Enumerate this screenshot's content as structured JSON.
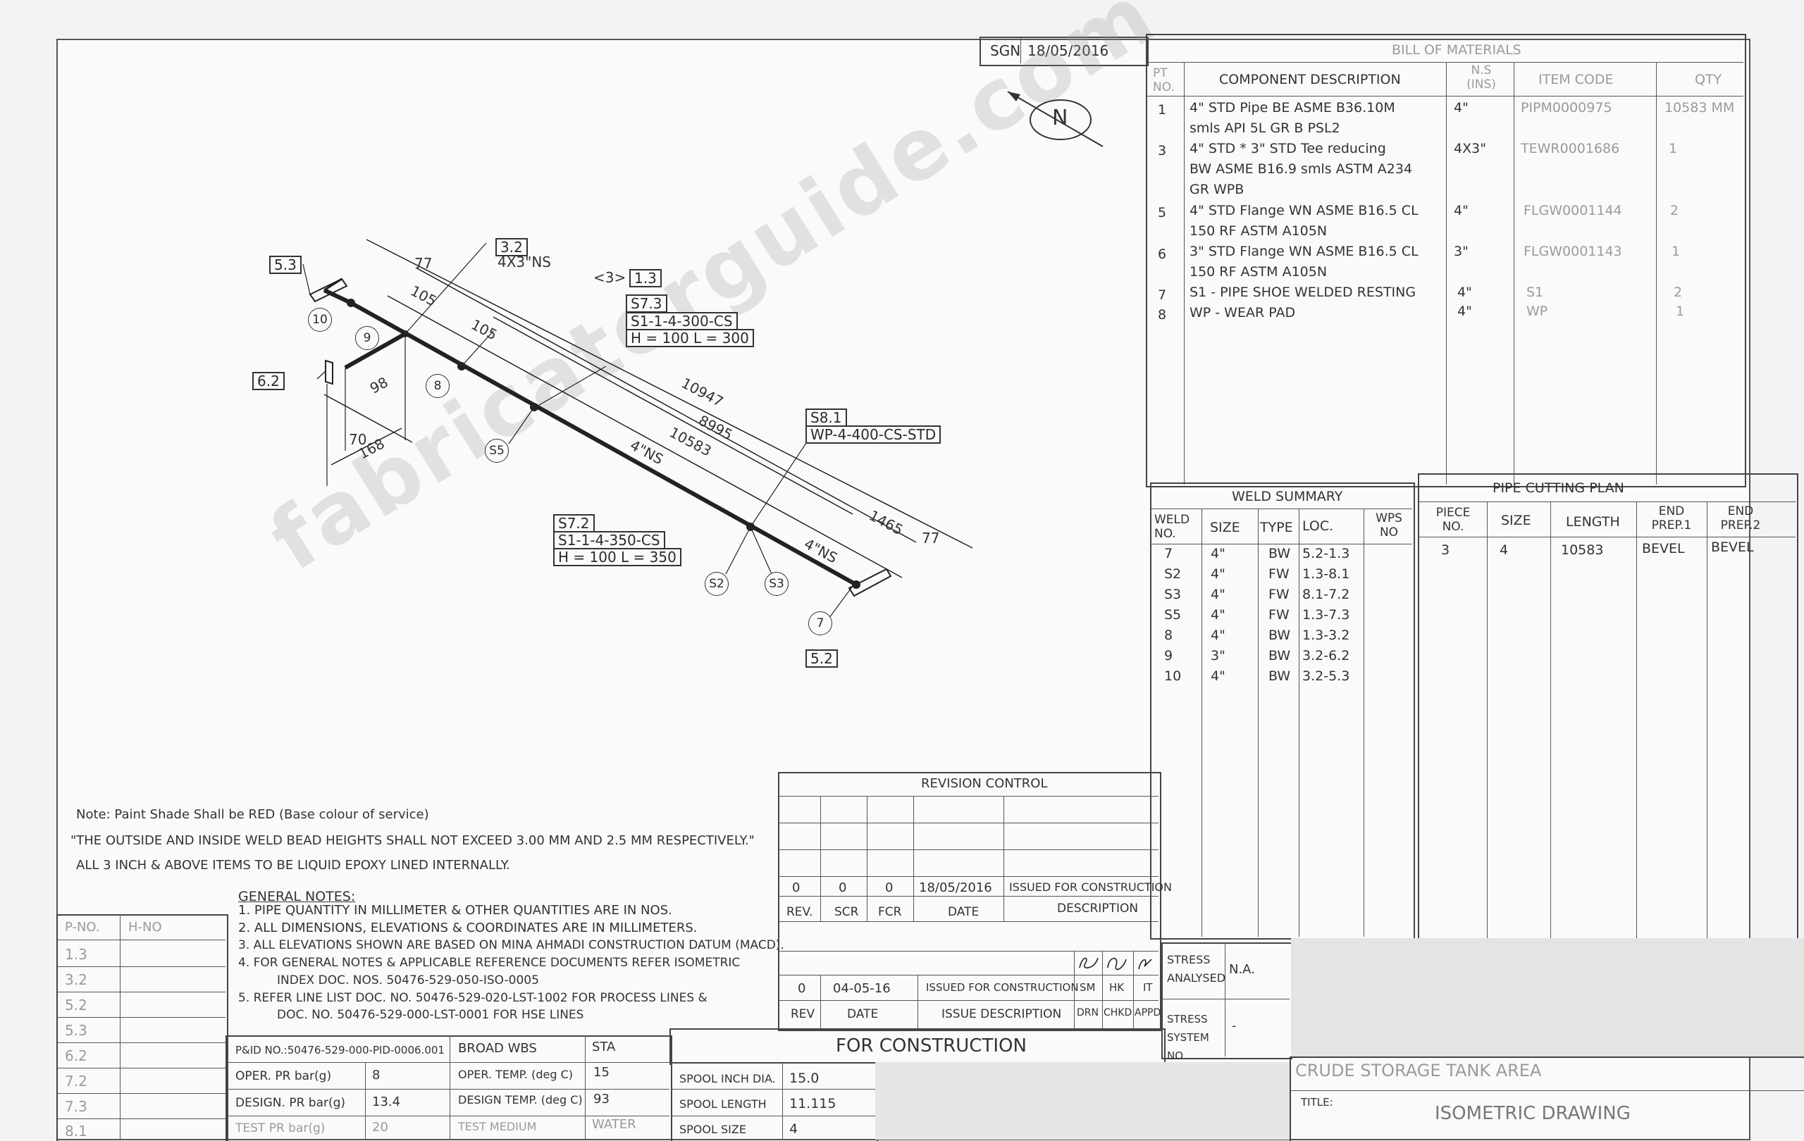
{
  "header": {
    "sgn_label": "SGN",
    "sgn_date": "18/05/2016"
  },
  "north": "N",
  "watermark": "fabricatorguide.com",
  "bom": {
    "title": "BILL OF MATERIALS",
    "col_pt": "PT NO.",
    "col_desc": "COMPONENT DESCRIPTION",
    "col_ns": "N.S (INS)",
    "col_code": "ITEM CODE",
    "col_qty": "QTY",
    "rows": [
      {
        "pt": "1",
        "desc": [
          "4\" STD Pipe BE ASME B36.10M",
          "smls API 5L GR B PSL2"
        ],
        "ns": "4\"",
        "code": "PIPM0000975",
        "qty": "10583 MM"
      },
      {
        "pt": "3",
        "desc": [
          "4\" STD * 3\" STD Tee reducing",
          "BW ASME B16.9 smls ASTM A234",
          "GR WPB"
        ],
        "ns": "4X3\"",
        "code": "TEWR0001686",
        "qty": "1"
      },
      {
        "pt": "5",
        "desc": [
          "4\" STD Flange WN ASME B16.5 CL",
          "150 RF ASTM A105N"
        ],
        "ns": "4\"",
        "code": "FLGW0001144",
        "qty": "2"
      },
      {
        "pt": "6",
        "desc": [
          "3\" STD Flange WN ASME B16.5 CL",
          "150 RF ASTM A105N"
        ],
        "ns": "3\"",
        "code": "FLGW0001143",
        "qty": "1"
      },
      {
        "pt": "7",
        "desc": [
          "S1 - PIPE SHOE WELDED RESTING"
        ],
        "ns": "4\"",
        "code": "S1",
        "qty": "2"
      },
      {
        "pt": "8",
        "desc": [
          "WP - WEAR PAD"
        ],
        "ns": "4\"",
        "code": "WP",
        "qty": "1"
      }
    ]
  },
  "weld": {
    "title": "WELD SUMMARY",
    "headers": [
      "WELD NO.",
      "SIZE",
      "TYPE",
      "LOC.",
      "WPS NO"
    ],
    "rows": [
      [
        "7",
        "4\"",
        "BW",
        "5.2-1.3"
      ],
      [
        "S2",
        "4\"",
        "FW",
        "1.3-8.1"
      ],
      [
        "S3",
        "4\"",
        "FW",
        "8.1-7.2"
      ],
      [
        "S5",
        "4\"",
        "FW",
        "1.3-7.3"
      ],
      [
        "8",
        "4\"",
        "BW",
        "1.3-3.2"
      ],
      [
        "9",
        "3\"",
        "BW",
        "3.2-6.2"
      ],
      [
        "10",
        "4\"",
        "BW",
        "3.2-5.3"
      ]
    ]
  },
  "cutting": {
    "title": "PIPE CUTTING PLAN",
    "headers": [
      "PIECE NO.",
      "SIZE",
      "LENGTH",
      "END PREP.1",
      "END PREP.2"
    ],
    "rows": [
      [
        "3",
        "4",
        "10583",
        "BEVEL",
        "BEVEL"
      ]
    ]
  },
  "drawing": {
    "labels": {
      "l53": "5.3",
      "l32": "3.2",
      "l32b": "4X3\"NS",
      "l13": "1.3",
      "l13pre": "<3>",
      "l73": "S7.3",
      "l73a": "S1-1-4-300-CS",
      "l73b": "H = 100 L = 300",
      "l62": "6.2",
      "l81": "S8.1",
      "l81a": "WP-4-400-CS-STD",
      "l72": "S7.2",
      "l72a": "S1-1-4-350-CS",
      "l72b": "H = 100 L = 350",
      "l52": "5.2"
    },
    "circles": [
      "10",
      "9",
      "8",
      "S5",
      "S2",
      "S3",
      "7"
    ],
    "dims": {
      "d77a": "77",
      "d105a": "105",
      "d105b": "105",
      "d98": "98",
      "d70": "70",
      "d168": "168",
      "d10947": "10947",
      "d8995": "8995",
      "d10583": "10583",
      "dns": "4\"NS",
      "d1465": "1465",
      "d77b": "77",
      "dns2": "4\"NS"
    }
  },
  "notes": {
    "paint": "Note: Paint Shade Shall be RED (Base colour of service)",
    "weld1": "\"THE OUTSIDE AND INSIDE WELD BEAD HEIGHTS SHALL NOT EXCEED 3.00 MM AND 2.5 MM RESPECTIVELY.\"",
    "weld2": "ALL 3 INCH & ABOVE ITEMS TO BE LIQUID EPOXY LINED INTERNALLY.",
    "gen_title": "GENERAL NOTES:",
    "gen": [
      "1. PIPE QUANTITY IN MILLIMETER & OTHER QUANTITIES ARE IN NOS.",
      "2. ALL DIMENSIONS, ELEVATIONS & COORDINATES ARE IN MILLIMETERS.",
      "3. ALL ELEVATIONS SHOWN ARE BASED ON MINA AHMADI CONSTRUCTION DATUM (MACD).",
      "4. FOR GENERAL NOTES & APPLICABLE REFERENCE DOCUMENTS REFER ISOMETRIC",
      "INDEX DOC. NOS. 50476-529-050-ISO-0005",
      "5. REFER LINE LIST DOC. NO. 50476-529-020-LST-1002 FOR PROCESS LINES &",
      "DOC. NO. 50476-529-000-LST-0001 FOR HSE LINES"
    ]
  },
  "ptable": {
    "headers": [
      "P-NO.",
      "H-NO"
    ],
    "rows": [
      "1.3",
      "3.2",
      "5.2",
      "5.3",
      "6.2",
      "7.2",
      "7.3",
      "8.1"
    ]
  },
  "revision": {
    "title": "REVISION CONTROL",
    "row": [
      "0",
      "0",
      "0",
      "18/05/2016",
      "ISSUED FOR CONSTRUCTION"
    ],
    "hdr": [
      "REV.",
      "SCR",
      "FCR",
      "DATE",
      "DESCRIPTION"
    ],
    "issue": [
      "0",
      "04-05-16",
      "ISSUED FOR CONSTRUCTION",
      "SM",
      "HK",
      "IT"
    ],
    "issue_hdr": [
      "REV",
      "DATE",
      "ISSUE DESCRIPTION",
      "DRN",
      "CHKD",
      "APPD"
    ]
  },
  "stress": {
    "analysed_label": "STRESS ANALYSED",
    "analysed_val": "N.A.",
    "sys_label": "STRESS SYSTEM NO.",
    "sys_val": "-"
  },
  "process": {
    "pid": "P&ID NO.:50476-529-000-PID-0006.001",
    "wbs": "BROAD WBS",
    "sta": "STA",
    "rows": [
      [
        "OPER. PR bar(g)",
        "8",
        "OPER. TEMP. (deg C)",
        "15"
      ],
      [
        "DESIGN. PR bar(g)",
        "13.4",
        "DESIGN TEMP. (deg C)",
        "93"
      ],
      [
        "TEST PR bar(g)",
        "20",
        "TEST MEDIUM",
        "WATER"
      ]
    ]
  },
  "for_construction": "FOR CONSTRUCTION",
  "spool": [
    [
      "SPOOL INCH DIA.",
      "15.0"
    ],
    [
      "SPOOL LENGTH",
      "11.115"
    ],
    [
      "SPOOL SIZE",
      "4"
    ]
  ],
  "area": "CRUDE STORAGE TANK AREA",
  "title_label": "TITLE:",
  "title_value": "ISOMETRIC DRAWING"
}
